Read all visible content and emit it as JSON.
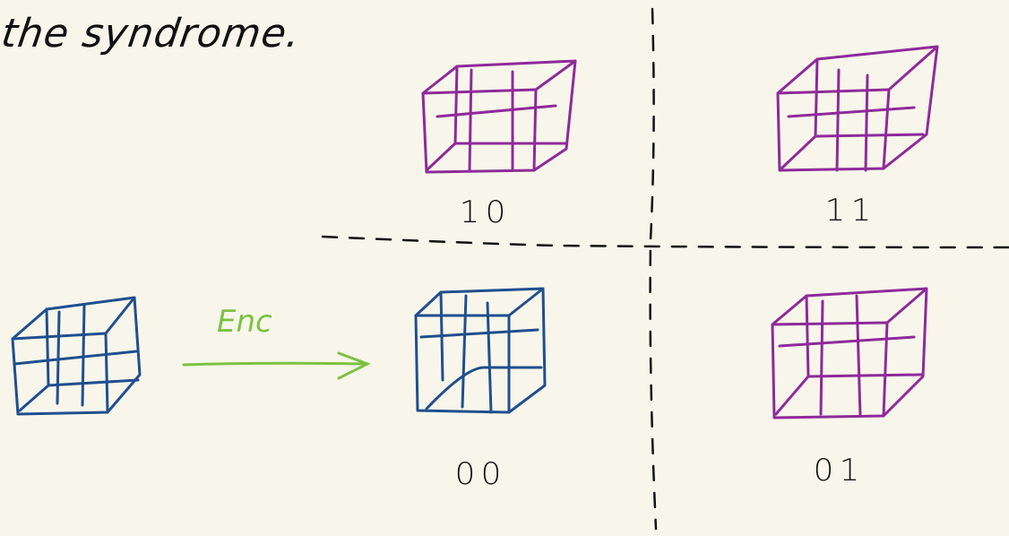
{
  "heading": "the syndrome.",
  "arrow_label": "Enc",
  "labels": {
    "q10": "10",
    "q11": "11",
    "q00": "00",
    "q01": "01"
  },
  "colors": {
    "background": "#f8f6ea",
    "blue_cube": "#1f4f8f",
    "purple_cube": "#8e2a9a",
    "arrow": "#7cc242",
    "ink": "#111111"
  },
  "cubes": [
    {
      "id": "input-cube",
      "color_key": "blue_cube"
    },
    {
      "id": "cube-00",
      "color_key": "blue_cube"
    },
    {
      "id": "cube-10",
      "color_key": "purple_cube"
    },
    {
      "id": "cube-11",
      "color_key": "purple_cube"
    },
    {
      "id": "cube-01",
      "color_key": "purple_cube"
    }
  ]
}
